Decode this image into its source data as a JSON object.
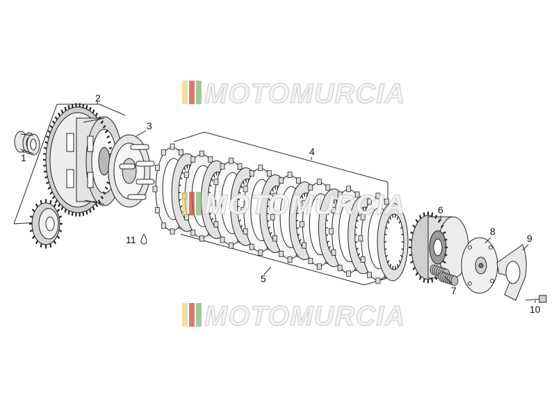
{
  "callouts": {
    "c1": "1",
    "c2": "2",
    "c3": "3",
    "c4": "4",
    "c5": "5",
    "c6": "6",
    "c7": "7",
    "c8": "8",
    "c9": "9",
    "c10": "10",
    "c11": "11"
  },
  "watermark": {
    "text": "MOTOMURCIA",
    "stripe_colors": [
      "#e8d27a",
      "#c9422f",
      "#7bb36b"
    ]
  },
  "colors": {
    "line": "#222222",
    "fill_light": "#f2f2f2",
    "fill_mid": "#d6d6d6",
    "fill_dark": "#9a9a9a"
  }
}
